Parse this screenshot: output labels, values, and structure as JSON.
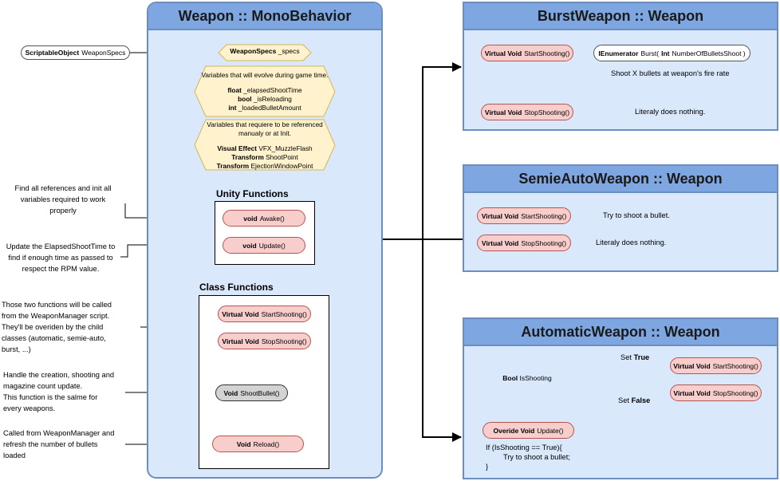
{
  "weapon": {
    "title": "Weapon :: MonoBehavior",
    "scriptable_object": {
      "type": "ScriptableObject",
      "name": "WeaponSpecs"
    },
    "specs_field": {
      "type": "WeaponSpecs",
      "name": "_specs"
    },
    "game_vars": {
      "caption": "Variables that will evolve during game time.",
      "lines": [
        {
          "type": "float",
          "name": "_elapsedShootTime"
        },
        {
          "type": "bool",
          "name": "_isReloading"
        },
        {
          "type": "int",
          "name": "_loadedBulletAmount"
        }
      ]
    },
    "ref_vars": {
      "caption_line1": "Variables that requiere to be referenced",
      "caption_line2": "manualy or at Init.",
      "lines": [
        {
          "type": "Visual Effect",
          "name": "VFX_MuzzleFlash"
        },
        {
          "type": "Transform",
          "name": "ShootPoint"
        },
        {
          "type": "Transform",
          "name": "EjectionWindowPoint"
        }
      ]
    },
    "unity_functions": {
      "title": "Unity Functions",
      "awake": {
        "mod": "void",
        "name": "Awake()"
      },
      "update": {
        "mod": "void",
        "name": "Update()"
      }
    },
    "class_functions": {
      "title": "Class Functions",
      "start": {
        "mod": "Virtual Void",
        "name": "StartShooting()"
      },
      "stop": {
        "mod": "Virtual Void",
        "name": "StopShooting()"
      },
      "shoot": {
        "mod": "Void",
        "name": "ShootBullet()"
      },
      "reload": {
        "mod": "Void",
        "name": "Reload()"
      }
    },
    "notes": {
      "init": [
        "Find all references and init all",
        "variables required to work",
        "properly"
      ],
      "update": [
        "Update the ElapsedShootTime to",
        "find if enough time as passed to",
        "respect the RPM value."
      ],
      "shooting": [
        "Those two functions will be called",
        "from the WeaponManager script.",
        "They'll be overiden by the child",
        "classes (automatic, semie-auto,",
        "burst, ...)"
      ],
      "shoot_bullet": [
        "Handle the creation, shooting and",
        "magazine count update.",
        "This function is the salme for",
        "every weapons."
      ],
      "reload": [
        "Called from WeaponManager and",
        "refresh the number of bullets",
        "loaded"
      ]
    }
  },
  "burst": {
    "title": "BurstWeapon :: Weapon",
    "start": {
      "mod": "Virtual Void",
      "name": "StartShooting()"
    },
    "coroutine": {
      "type": "IEnumerator",
      "name": "Burst(",
      "param_type": "Int",
      "param": "NumberOfBulletsShoot )"
    },
    "coroutine_note": "Shoot X bullets at weapon's fire rate",
    "stop": {
      "mod": "Virtual Void",
      "name": "StopShooting()"
    },
    "stop_note": "Literaly does nothing."
  },
  "semi": {
    "title": "SemieAutoWeapon :: Weapon",
    "start": {
      "mod": "Virtual Void",
      "name": "StartShooting()"
    },
    "start_note": "Try to shoot a bullet.",
    "stop": {
      "mod": "Virtual Void",
      "name": "StopShooting()"
    },
    "stop_note": "Literaly does nothing."
  },
  "auto": {
    "title": "AutomaticWeapon :: Weapon",
    "bool_field": {
      "type": "Bool",
      "name": "IsShooting"
    },
    "set_true": {
      "prefix": "Set",
      "value": "True"
    },
    "set_false": {
      "prefix": "Set",
      "value": "False"
    },
    "start": {
      "mod": "Virtual Void",
      "name": "StartShooting()"
    },
    "stop": {
      "mod": "Virtual Void",
      "name": "StopShooting()"
    },
    "update": {
      "mod": "Overide Void",
      "name": "Update()"
    },
    "code": [
      "If (IsShooting == True){",
      "Try to shoot a bullet;",
      "}"
    ]
  },
  "colors": {
    "container_fill": "#dae8fc",
    "container_border": "#6c8ebf",
    "header_fill": "#7ea6e0",
    "function_fill": "#f8cecc",
    "function_border": "#b85450",
    "field_fill": "#fff2cc",
    "field_border": "#d6b656"
  }
}
